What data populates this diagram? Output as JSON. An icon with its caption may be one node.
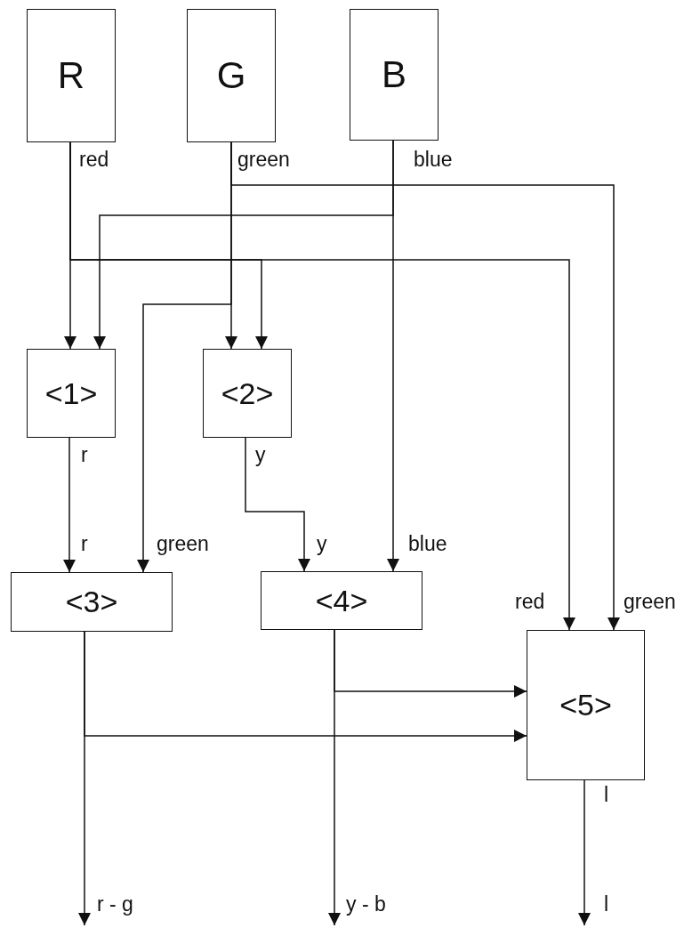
{
  "diagram": {
    "nodes": [
      {
        "text": [
          "R"
        ],
        "beside": [
          "red"
        ]
      },
      {
        "text": [
          "G"
        ],
        "beside": [
          "green"
        ]
      },
      {
        "text": [
          "B"
        ],
        "beside": [
          "blue"
        ]
      },
      {
        "text": [
          "<1>"
        ],
        "beside": [
          "r"
        ]
      },
      {
        "text": [
          "<2>"
        ],
        "beside": [
          "y"
        ]
      },
      {
        "text": [
          "<3>"
        ]
      },
      {
        "text": [
          "<4>"
        ]
      },
      {
        "text": [
          "<5>"
        ],
        "beside": [
          "l"
        ]
      }
    ],
    "edges": [
      {
        "from": 0,
        "to": 3,
        "arrow": "to"
      },
      {
        "from": 0,
        "to": 4,
        "arrow": "to"
      },
      {
        "from": 0,
        "to": 7,
        "arrow": "to",
        "label": "red"
      },
      {
        "from": 1,
        "to": 4,
        "arrow": "to"
      },
      {
        "from": 1,
        "to": 5,
        "arrow": "to",
        "label": "green"
      },
      {
        "from": 1,
        "to": 7,
        "arrow": "to",
        "label": "green"
      },
      {
        "from": 2,
        "to": 3,
        "arrow": "to"
      },
      {
        "from": 2,
        "to": 6,
        "arrow": "to",
        "label": "blue"
      },
      {
        "from": 3,
        "to": 5,
        "arrow": "to",
        "label": "r"
      },
      {
        "from": 4,
        "to": 6,
        "arrow": "to",
        "label": "y"
      },
      {
        "from": 5,
        "to": null,
        "arrow": "to",
        "label": "r - g"
      },
      {
        "from": 6,
        "to": null,
        "arrow": "to",
        "label": "y - b"
      },
      {
        "from": 7,
        "to": null,
        "arrow": "to",
        "label": "l"
      },
      {
        "from": 6,
        "to": 7,
        "arrow": "to"
      },
      {
        "from": 5,
        "to": 7,
        "arrow": "to"
      }
    ]
  }
}
